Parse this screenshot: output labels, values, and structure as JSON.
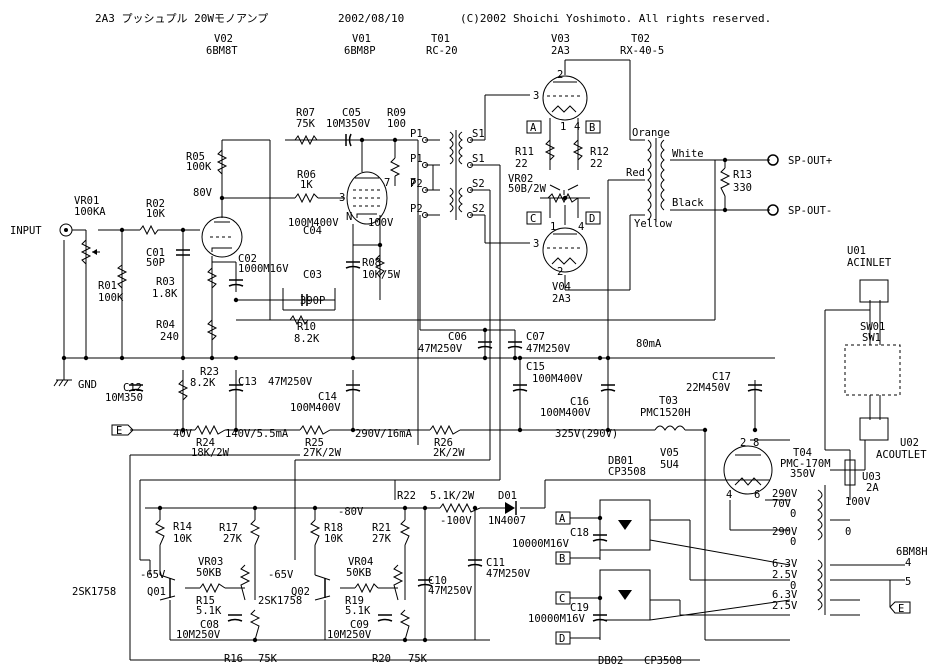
{
  "header": {
    "title": "2A3 プッシュプル 20Wモノアンプ",
    "date": "2002/08/10",
    "copyright": "(C)2002 Shoichi Yoshimoto. All rights reserved."
  },
  "tubes": {
    "v02": {
      "ref": "V02",
      "type": "6BM8T"
    },
    "v01": {
      "ref": "V01",
      "type": "6BM8P"
    },
    "v03": {
      "ref": "V03",
      "type": "2A3"
    },
    "v04": {
      "ref": "V04",
      "type": "2A3"
    },
    "v05": {
      "ref": "V05",
      "type": "5U4"
    }
  },
  "transformers": {
    "t01": {
      "ref": "T01",
      "type": "RC-20",
      "pins": [
        "P1",
        "S1",
        "P1",
        "S1",
        "P2",
        "S2",
        "P2",
        "S2"
      ]
    },
    "t02": {
      "ref": "T02",
      "type": "RX-40-5",
      "taps": [
        "Orange",
        "White",
        "Red",
        "Black",
        "Yellow"
      ]
    },
    "t03": {
      "ref": "T03",
      "type": "PMC1520H"
    },
    "t04": {
      "ref": "T04",
      "type": "PMC-170M",
      "taps": [
        "350V",
        "290V",
        "70V",
        "0",
        "290V",
        "0",
        "100V",
        "0",
        "6.3V",
        "2.5V",
        "0",
        "6.3V",
        "2.5V"
      ]
    }
  },
  "resistors": {
    "r01": {
      "ref": "R01",
      "value": "100K"
    },
    "r02": {
      "ref": "R02",
      "value": "10K"
    },
    "r03": {
      "ref": "R03",
      "value": "1.8K"
    },
    "r04": {
      "ref": "R04",
      "value": "240"
    },
    "r05": {
      "ref": "R05",
      "value": "100K"
    },
    "r06": {
      "ref": "R06",
      "value": "1K"
    },
    "r07": {
      "ref": "R07",
      "value": "75K"
    },
    "r08": {
      "ref": "R08",
      "value": "10K/5W"
    },
    "r09": {
      "ref": "R09",
      "value": "100"
    },
    "r10": {
      "ref": "R10",
      "value": "8.2K"
    },
    "r11": {
      "ref": "R11",
      "value": "22"
    },
    "r12": {
      "ref": "R12",
      "value": "22"
    },
    "r13": {
      "ref": "R13",
      "value": "330"
    },
    "r14": {
      "ref": "R14",
      "value": "10K"
    },
    "r15": {
      "ref": "R15",
      "value": "5.1K"
    },
    "r16": {
      "ref": "R16",
      "value": "75K"
    },
    "r17": {
      "ref": "R17",
      "value": "27K"
    },
    "r18": {
      "ref": "R18",
      "value": "10K"
    },
    "r19": {
      "ref": "R19",
      "value": "5.1K"
    },
    "r20": {
      "ref": "R20",
      "value": "75K"
    },
    "r21": {
      "ref": "R21",
      "value": "27K"
    },
    "r22": {
      "ref": "R22",
      "value": "5.1K/2W"
    },
    "r23": {
      "ref": "R23",
      "value": "8.2K"
    },
    "r24": {
      "ref": "R24",
      "value": "18K/2W"
    },
    "r25": {
      "ref": "R25",
      "value": "27K/2W"
    },
    "r26": {
      "ref": "R26",
      "value": "2K/2W"
    }
  },
  "caps": {
    "c01": {
      "ref": "C01",
      "value": "50P"
    },
    "c02": {
      "ref": "C02",
      "value": "1000M16V"
    },
    "c03": {
      "ref": "C03",
      "value": "390P"
    },
    "c04": {
      "ref": "C04",
      "value": "100M400V"
    },
    "c05": {
      "ref": "C05",
      "value": "10M350V"
    },
    "c06": {
      "ref": "C06",
      "value": "47M250V"
    },
    "c07": {
      "ref": "C07",
      "value": "47M250V"
    },
    "c08": {
      "ref": "C08",
      "value": "10M250V"
    },
    "c09": {
      "ref": "C09",
      "value": "10M250V"
    },
    "c10": {
      "ref": "C10",
      "value": "47M250V"
    },
    "c11": {
      "ref": "C11",
      "value": "47M250V"
    },
    "c12": {
      "ref": "C12",
      "value": "10M350"
    },
    "c13": {
      "ref": "C13",
      "value": "47M250V"
    },
    "c14": {
      "ref": "C14",
      "value": "100M400V"
    },
    "c15": {
      "ref": "C15",
      "value": "100M400V"
    },
    "c16": {
      "ref": "C16",
      "value": "100M400V"
    },
    "c17": {
      "ref": "C17",
      "value": "22M450V"
    },
    "c18": {
      "ref": "C18",
      "value": "10000M16V"
    },
    "c19": {
      "ref": "C19",
      "value": "10000M16V"
    }
  },
  "pots": {
    "vr01": {
      "ref": "VR01",
      "value": "100KA"
    },
    "vr02": {
      "ref": "VR02",
      "value": "50B/2W"
    },
    "vr03": {
      "ref": "VR03",
      "value": "50KB"
    },
    "vr04": {
      "ref": "VR04",
      "value": "50KB"
    }
  },
  "semis": {
    "q01": {
      "ref": "Q01",
      "type": "2SK1758"
    },
    "q02": {
      "ref": "Q02",
      "type": "2SK1758"
    },
    "d01": {
      "ref": "D01",
      "type": "1N4007"
    },
    "db01": {
      "ref": "DB01",
      "type": "CP3508"
    },
    "db02": {
      "ref": "DB02",
      "type": "CP3508"
    }
  },
  "misc": {
    "input": "INPUT",
    "gnd": "GND",
    "sp_plus": "SP-OUT+",
    "sp_minus": "SP-OUT-",
    "u01": "U01",
    "acinlet": "ACINLET",
    "sw01": "SW01",
    "sw1": "SW1",
    "u02": "U02",
    "acoutlet": "ACOUTLET",
    "u03": "U03",
    "fuse": "2A",
    "tube_6bm8h": "6BM8H",
    "pin4": "4",
    "pin5": "5"
  },
  "voltages": {
    "v80": "80V",
    "v100": "100V",
    "v40": "40V",
    "v140": "140V/5.5mA",
    "v290": "290V/16mA",
    "v325": "325V(290V)",
    "i80": "80mA",
    "vm80": "-80V",
    "vm100": "-100V",
    "vm65a": "-65V",
    "vm65b": "-65V"
  },
  "markers": {
    "a": "A",
    "b": "B",
    "c": "C",
    "d": "D",
    "e": "E"
  }
}
